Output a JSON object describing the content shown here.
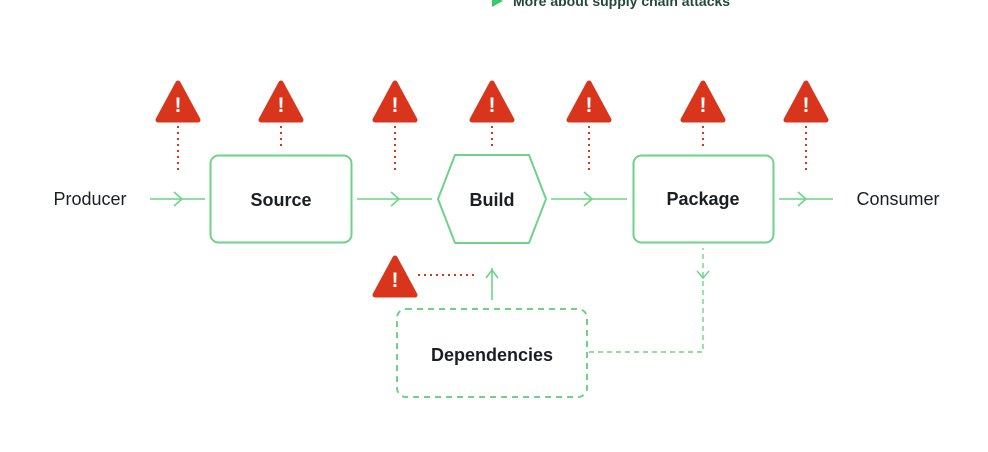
{
  "link": {
    "label": "More about supply chain attacks"
  },
  "diagram": {
    "producer": "Producer",
    "consumer": "Consumer",
    "source": "Source",
    "build": "Build",
    "package": "Package",
    "dependencies": "Dependencies",
    "warning_glyph": "!"
  },
  "colors": {
    "green": "#6fd289",
    "red": "#d9341c",
    "text": "#1b1f24",
    "link": "#24473d"
  }
}
